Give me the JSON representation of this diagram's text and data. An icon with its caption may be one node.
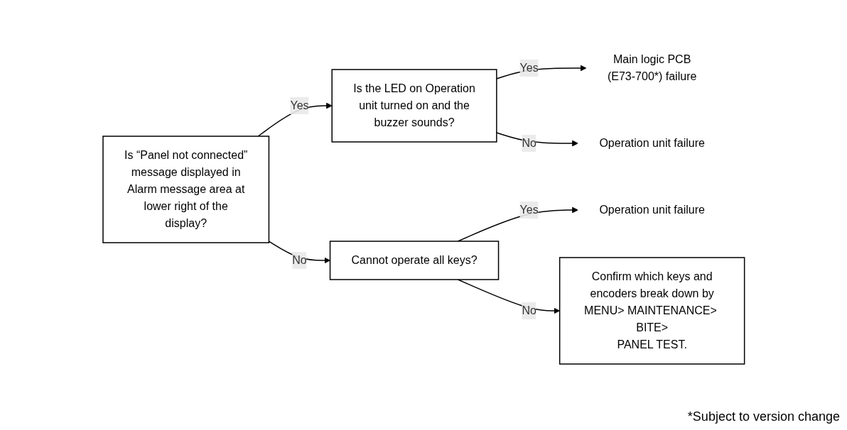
{
  "diagram": {
    "nodes": [
      {
        "text": [
          "Is “Panel not connected” message displayed in Alarm message area at lower right of the display?"
        ]
      },
      {
        "text": [
          "Is the LED on Operation unit turned on and the buzzer sounds?"
        ]
      },
      {
        "text": [
          "Main logic PCB (E73-700*) failure"
        ]
      },
      {
        "text": [
          "Operation unit failure"
        ]
      },
      {
        "text": [
          "Cannot operate all keys?"
        ]
      },
      {
        "text": [
          "Operation unit failure"
        ]
      },
      {
        "text": [
          "Confirm which keys and encoders break down by MENU> MAINTENANCE> BITE> PANEL TEST."
        ]
      }
    ],
    "edges": [
      {
        "from": 0,
        "to": 1,
        "arrow": "to",
        "label": "Yes"
      },
      {
        "from": 1,
        "to": 2,
        "arrow": "to",
        "label": "Yes"
      },
      {
        "from": 1,
        "to": 3,
        "arrow": "to",
        "label": "No"
      },
      {
        "from": 0,
        "to": 4,
        "arrow": "to",
        "label": "No"
      },
      {
        "from": 4,
        "to": 5,
        "arrow": "to",
        "label": "Yes"
      },
      {
        "from": 4,
        "to": 6,
        "arrow": "to",
        "label": "No"
      }
    ],
    "labels": [
      "*Subject to version change"
    ]
  }
}
